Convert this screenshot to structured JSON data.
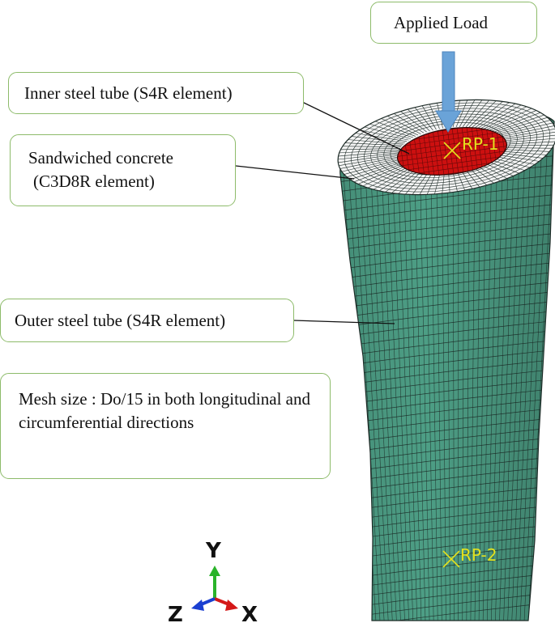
{
  "callouts": {
    "applied_load": "Applied Load",
    "inner_tube": "Inner steel tube (S4R element)",
    "concrete_line1": "Sandwiched concrete",
    "concrete_line2": "(C3D8R element)",
    "outer_tube": "Outer steel tube (S4R element)",
    "mesh_size": "Mesh size : Do/15 in both longitudinal and circumferential directions"
  },
  "reference_points": {
    "top": "RP-1",
    "bottom": "RP-2"
  },
  "triad": {
    "y": "Y",
    "z": "Z",
    "x": "X"
  },
  "colors": {
    "outer_tube": "#4d9e85",
    "inner_tube": "#cc1010",
    "concrete": "#f4f4f4",
    "mesh_line": "#1c2a26",
    "load_arrow": "#6aa3d8",
    "callout_border": "#8dbb6a",
    "rp_marker": "#e3e11e",
    "axis_y": "#2ab32a",
    "axis_x": "#d41818",
    "axis_z": "#1a3fd1"
  }
}
